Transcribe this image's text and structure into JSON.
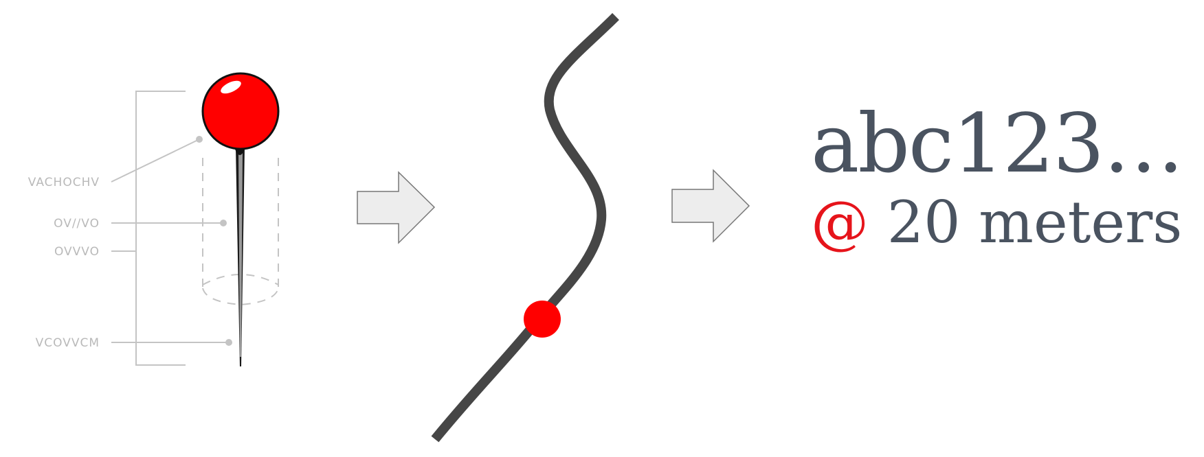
{
  "pin_diagram": {
    "labels": [
      "VACHOCHV",
      "OV//VO",
      "OVVVO",
      "VCOVVCM"
    ],
    "pin_color": "#ff0000"
  },
  "curve": {
    "marker_color": "#ff0000",
    "line_color": "#464646"
  },
  "result": {
    "code_text": "abc123…",
    "at_symbol": "@",
    "distance_text": "20 meters",
    "text_color": "#4a5360",
    "accent_color": "#e6141b"
  },
  "icons": [
    "map-pin-icon",
    "right-arrow-icon",
    "path-curve-icon"
  ]
}
